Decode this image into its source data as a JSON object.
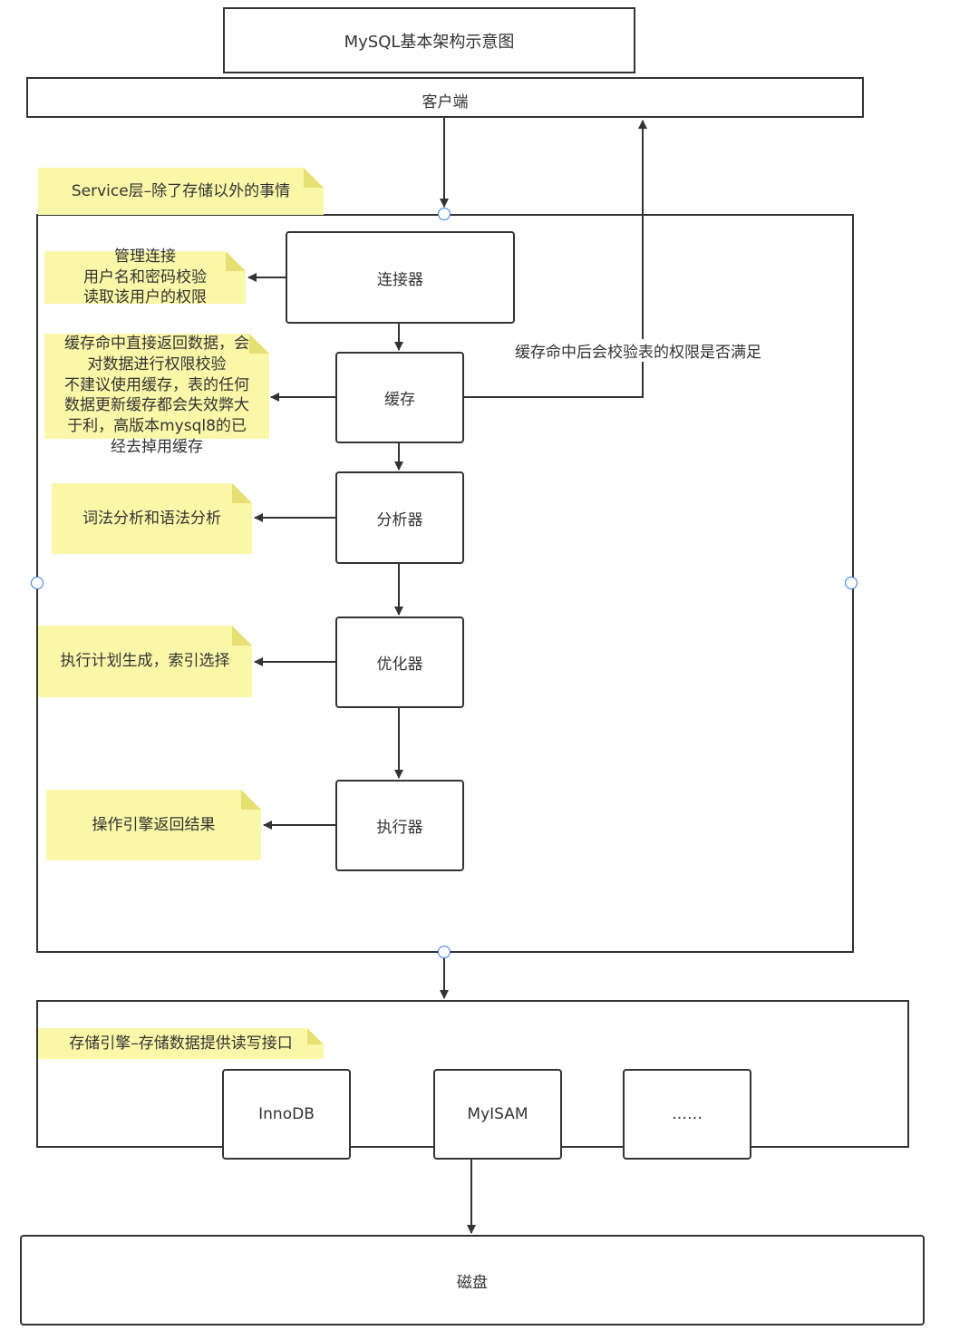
{
  "diagram": {
    "title": "MySQL基本架构示意图",
    "client": "客户端",
    "service_layer_note": "Service层–除了存储以外的事情",
    "components": {
      "connector": "连接器",
      "cache": "缓存",
      "analyzer": "分析器",
      "optimizer": "优化器",
      "executor": "执行器"
    },
    "notes": {
      "connector": "管理连接\n用户名和密码校验\n读取该用户的权限",
      "cache": "缓存命中直接返回数据，会\n对数据进行权限校验\n不建议使用缓存，表的任何\n数据更新缓存都会失效弊大\n于利，高版本mysql8的已\n经去掉用缓存",
      "analyzer": "词法分析和语法分析",
      "optimizer": "执行计划生成，索引选择",
      "executor": "操作引擎返回结果"
    },
    "cache_hit_label": "缓存命中后会校验表的权限是否满足",
    "storage_engine_note": "存储引擎–存储数据提供读写接口",
    "engines": {
      "innodb": "InnoDB",
      "myisam": "MyISAM",
      "more": "……"
    },
    "disk": "磁盘"
  },
  "colors": {
    "line": "#333333",
    "note_fill": "#fbf7a8",
    "handle_stroke": "#2d7ee8"
  }
}
